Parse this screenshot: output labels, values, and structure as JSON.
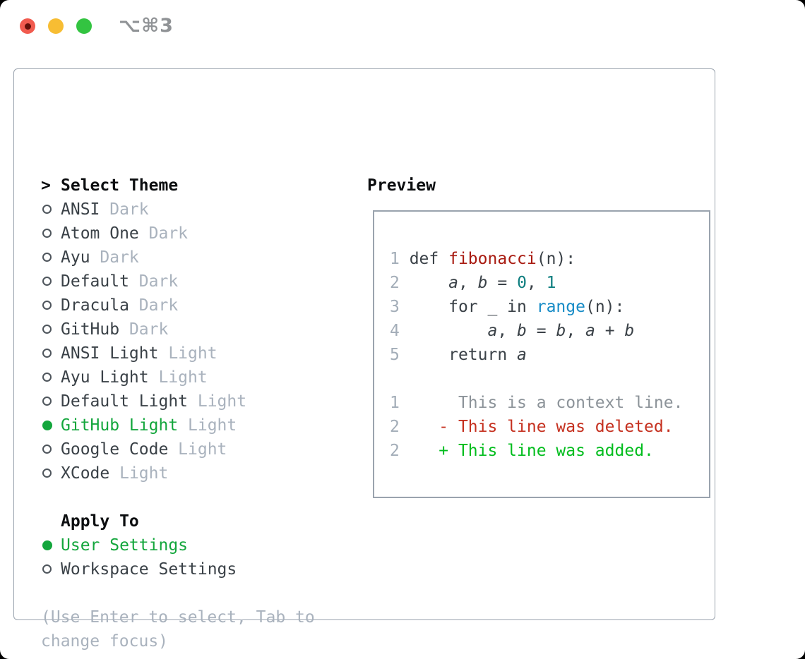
{
  "titlebar": {
    "title": "⌥⌘3"
  },
  "colors": {
    "traffic_red": "#f15b4f",
    "traffic_red_dot": "#641009",
    "traffic_yellow": "#f7bd33",
    "traffic_green": "#33c441",
    "title_gray": "#909396",
    "border": "#9aa3ae",
    "heading": "#0c0e10",
    "text": "#3a4147",
    "muted": "#a9b2bd",
    "accent": "#13a63c",
    "ring": "#4e555c",
    "gutter": "#a3adb8",
    "fn_red": "#a81a10",
    "num_teal": "#0e7e7f",
    "builtin_blue": "#168bc6",
    "diff_ctx": "#8c9399",
    "diff_del": "#c5301f",
    "diff_add": "#01bd1d"
  },
  "theme_picker": {
    "prompt": ">",
    "title": "Select Theme",
    "themes": [
      {
        "name": "ANSI",
        "tag": "Dark",
        "selected": false
      },
      {
        "name": "Atom One",
        "tag": "Dark",
        "selected": false
      },
      {
        "name": "Ayu",
        "tag": "Dark",
        "selected": false
      },
      {
        "name": "Default",
        "tag": "Dark",
        "selected": false
      },
      {
        "name": "Dracula",
        "tag": "Dark",
        "selected": false
      },
      {
        "name": "GitHub",
        "tag": "Dark",
        "selected": false
      },
      {
        "name": "ANSI Light",
        "tag": "Light",
        "selected": false
      },
      {
        "name": "Ayu Light",
        "tag": "Light",
        "selected": false
      },
      {
        "name": "Default Light",
        "tag": "Light",
        "selected": false
      },
      {
        "name": "GitHub Light",
        "tag": "Light",
        "selected": true
      },
      {
        "name": "Google Code",
        "tag": "Light",
        "selected": false
      },
      {
        "name": "XCode",
        "tag": "Light",
        "selected": false
      }
    ],
    "apply_to": {
      "title": "Apply To",
      "options": [
        {
          "name": "User Settings",
          "selected": true
        },
        {
          "name": "Workspace Settings",
          "selected": false
        }
      ]
    },
    "hint_lines": [
      "(Use Enter to select, Tab to",
      "change focus)"
    ]
  },
  "preview": {
    "title": "Preview",
    "lines": [
      {
        "num": "1",
        "kind": "code",
        "segs": [
          {
            "c": "pl",
            "t": "def "
          },
          {
            "c": "fn",
            "t": "fibonacci"
          },
          {
            "c": "pl",
            "t": "(n):"
          }
        ]
      },
      {
        "num": "2",
        "kind": "code",
        "segs": [
          {
            "c": "pl",
            "t": "    "
          },
          {
            "c": "va",
            "t": "a"
          },
          {
            "c": "pl",
            "t": ", "
          },
          {
            "c": "va",
            "t": "b"
          },
          {
            "c": "pl",
            "t": " = "
          },
          {
            "c": "nu",
            "t": "0"
          },
          {
            "c": "pl",
            "t": ", "
          },
          {
            "c": "nu",
            "t": "1"
          }
        ]
      },
      {
        "num": "3",
        "kind": "code",
        "segs": [
          {
            "c": "pl",
            "t": "    for _ in "
          },
          {
            "c": "bi",
            "t": "range"
          },
          {
            "c": "pl",
            "t": "(n):"
          }
        ]
      },
      {
        "num": "4",
        "kind": "code",
        "segs": [
          {
            "c": "pl",
            "t": "        "
          },
          {
            "c": "va",
            "t": "a"
          },
          {
            "c": "pl",
            "t": ", "
          },
          {
            "c": "va",
            "t": "b"
          },
          {
            "c": "pl",
            "t": " = "
          },
          {
            "c": "va",
            "t": "b"
          },
          {
            "c": "pl",
            "t": ", "
          },
          {
            "c": "va",
            "t": "a"
          },
          {
            "c": "pl",
            "t": " + "
          },
          {
            "c": "va",
            "t": "b"
          }
        ]
      },
      {
        "num": "5",
        "kind": "code",
        "segs": [
          {
            "c": "pl",
            "t": "    return "
          },
          {
            "c": "va",
            "t": "a"
          }
        ]
      },
      {
        "num": "",
        "kind": "blank",
        "segs": []
      },
      {
        "num": "1",
        "kind": "diff-context",
        "segs": [
          {
            "c": "ctx",
            "t": "     This is a context line."
          }
        ]
      },
      {
        "num": "2",
        "kind": "diff-deleted",
        "segs": [
          {
            "c": "del",
            "t": "   - This line was deleted."
          }
        ]
      },
      {
        "num": "2",
        "kind": "diff-added",
        "segs": [
          {
            "c": "add",
            "t": "   + This line was added."
          }
        ]
      }
    ]
  }
}
